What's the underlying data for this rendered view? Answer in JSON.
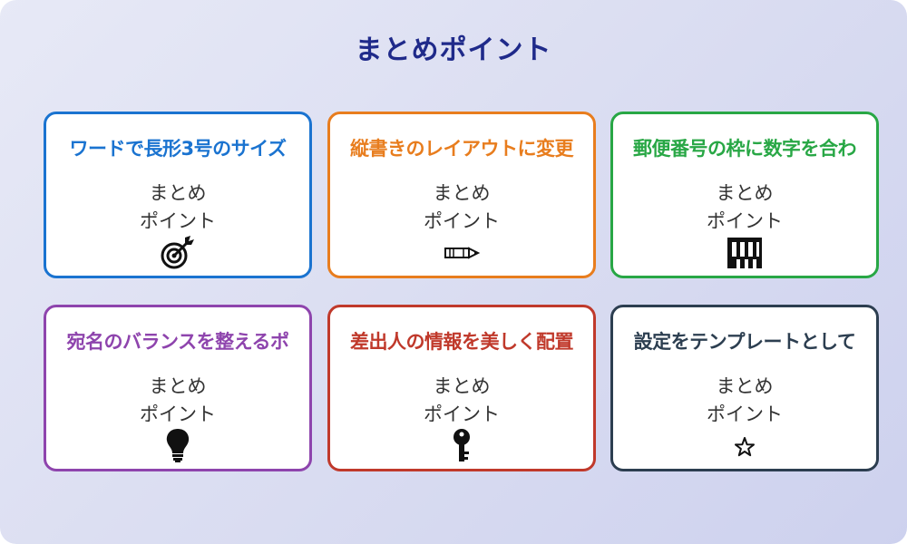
{
  "page": {
    "title": "まとめポイント"
  },
  "cards": [
    {
      "title": "ワードで長形3号のサイズ",
      "sub_line1": "まとめ",
      "sub_line2": "ポイント",
      "icon": "target-icon",
      "color": "#1a73d0"
    },
    {
      "title": "縦書きのレイアウトに変更",
      "sub_line1": "まとめ",
      "sub_line2": "ポイント",
      "icon": "pencil-icon",
      "color": "#e87d1e"
    },
    {
      "title": "郵便番号の枠に数字を合わ",
      "sub_line1": "まとめ",
      "sub_line2": "ポイント",
      "icon": "number-grid-icon",
      "color": "#28a745"
    },
    {
      "title": "宛名のバランスを整えるポ",
      "sub_line1": "まとめ",
      "sub_line2": "ポイント",
      "icon": "lightbulb-icon",
      "color": "#8e44ad"
    },
    {
      "title": "差出人の情報を美しく配置",
      "sub_line1": "まとめ",
      "sub_line2": "ポイント",
      "icon": "key-icon",
      "color": "#c0392b"
    },
    {
      "title": "設定をテンプレートとして",
      "sub_line1": "まとめ",
      "sub_line2": "ポイント",
      "icon": "star-icon",
      "color": "#2c3e50"
    }
  ]
}
